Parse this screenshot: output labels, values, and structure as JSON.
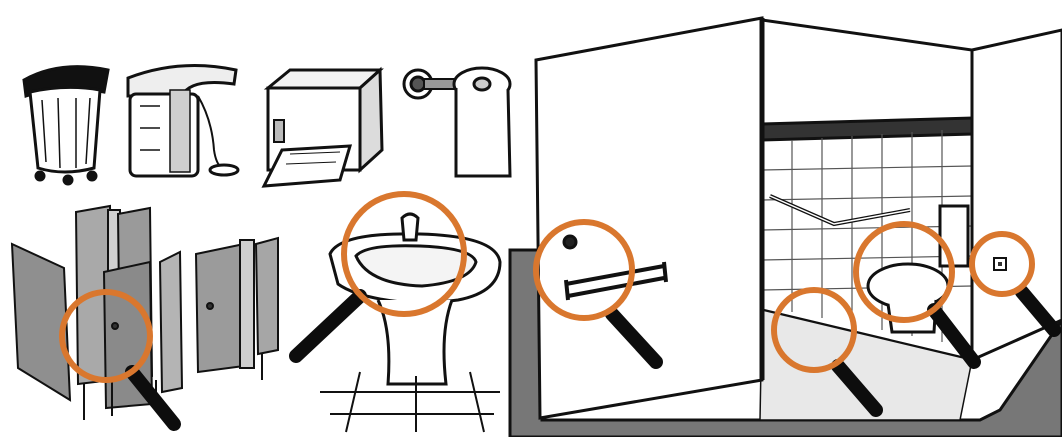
{
  "scene": {
    "background": "#ffffff",
    "ink_color": "#111111",
    "highlight_color": "#d9772e",
    "handle_color": "#0d0d0d",
    "panel_gray": "#9c9c9c",
    "floor_color": "#7a7a7a"
  },
  "items": [
    {
      "name": "trash-can-icon"
    },
    {
      "name": "soap-dispenser-icon"
    },
    {
      "name": "paper-towel-dispenser-icon"
    },
    {
      "name": "toilet-paper-holder-icon"
    },
    {
      "name": "toilet-partition-stalls-icon"
    },
    {
      "name": "pedestal-sink-icon"
    },
    {
      "name": "accessible-toilet-room-icon"
    }
  ],
  "magnifiers": [
    {
      "name": "magnifier-stall-door-lock"
    },
    {
      "name": "magnifier-sink-faucet"
    },
    {
      "name": "magnifier-grab-bar"
    },
    {
      "name": "magnifier-floor-tiles"
    },
    {
      "name": "magnifier-toilet"
    },
    {
      "name": "magnifier-wall-switch"
    }
  ]
}
